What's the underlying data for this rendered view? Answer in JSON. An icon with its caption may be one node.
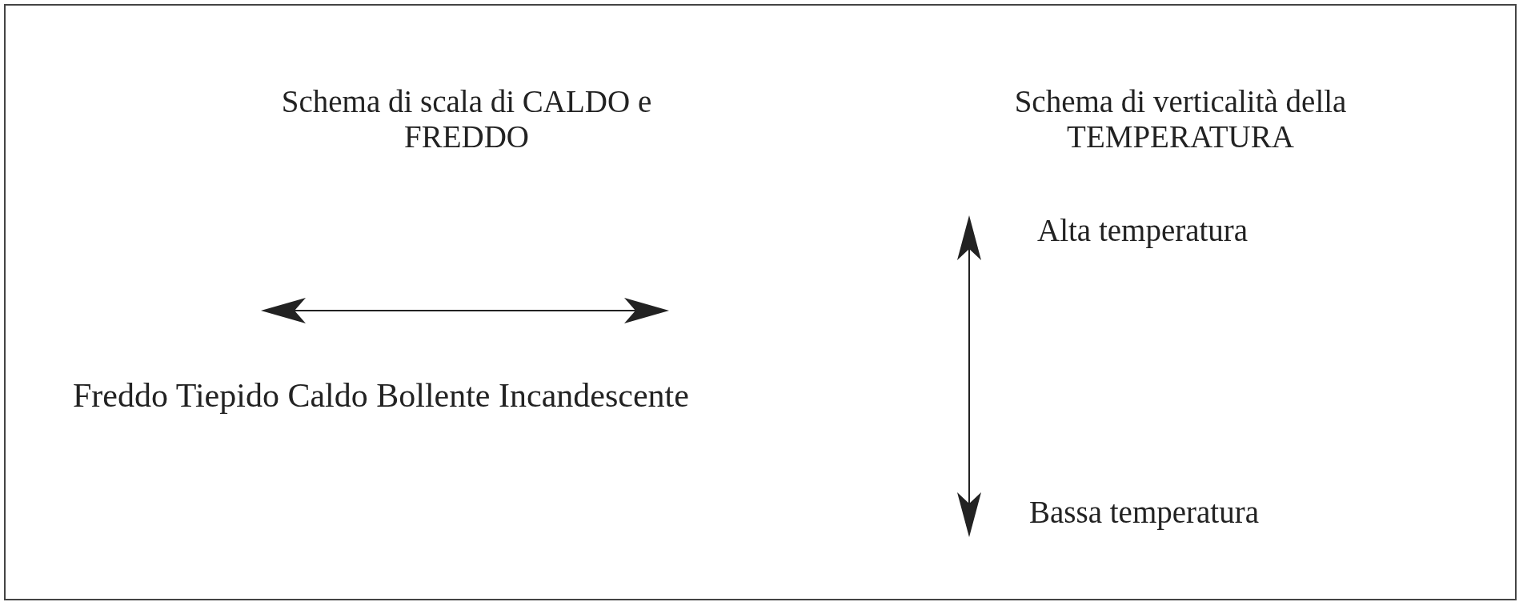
{
  "diagram": {
    "labels": [
      "Schema di scala di CALDO e FREDDO",
      "Schema di verticalità della TEMPERATURA",
      "Alta temperatura",
      "Freddo Tiepido Caldo Bollente Incandescente",
      "Bassa temperatura"
    ]
  }
}
